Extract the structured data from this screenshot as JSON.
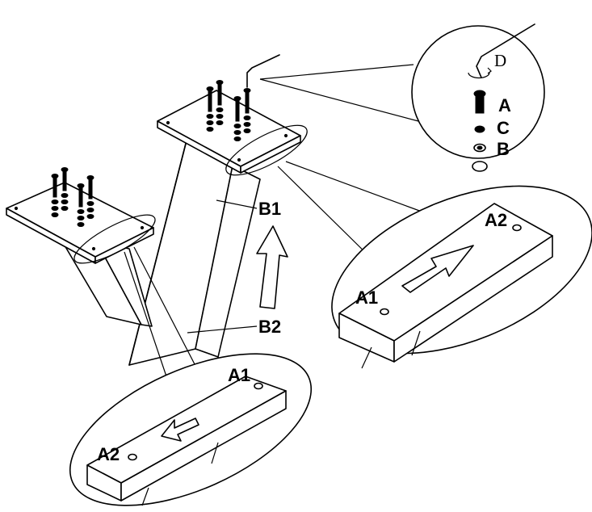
{
  "labels": {
    "hardware_a": "A",
    "hardware_b": "B",
    "hardware_c": "C",
    "hardware_d": "D",
    "panel_b1": "B1",
    "panel_b2": "B2",
    "right_foot_a1": "A1",
    "right_foot_a2": "A2",
    "bottom_foot_a1": "A1",
    "bottom_foot_a2": "A2"
  },
  "colors": {
    "ink": "#000000",
    "paper": "#ffffff"
  },
  "icons": {
    "allen_key": "allen-key-icon",
    "bolt": "bolt-icon",
    "washer": "washer-icon",
    "direction_arrow": "arrow-icon"
  }
}
